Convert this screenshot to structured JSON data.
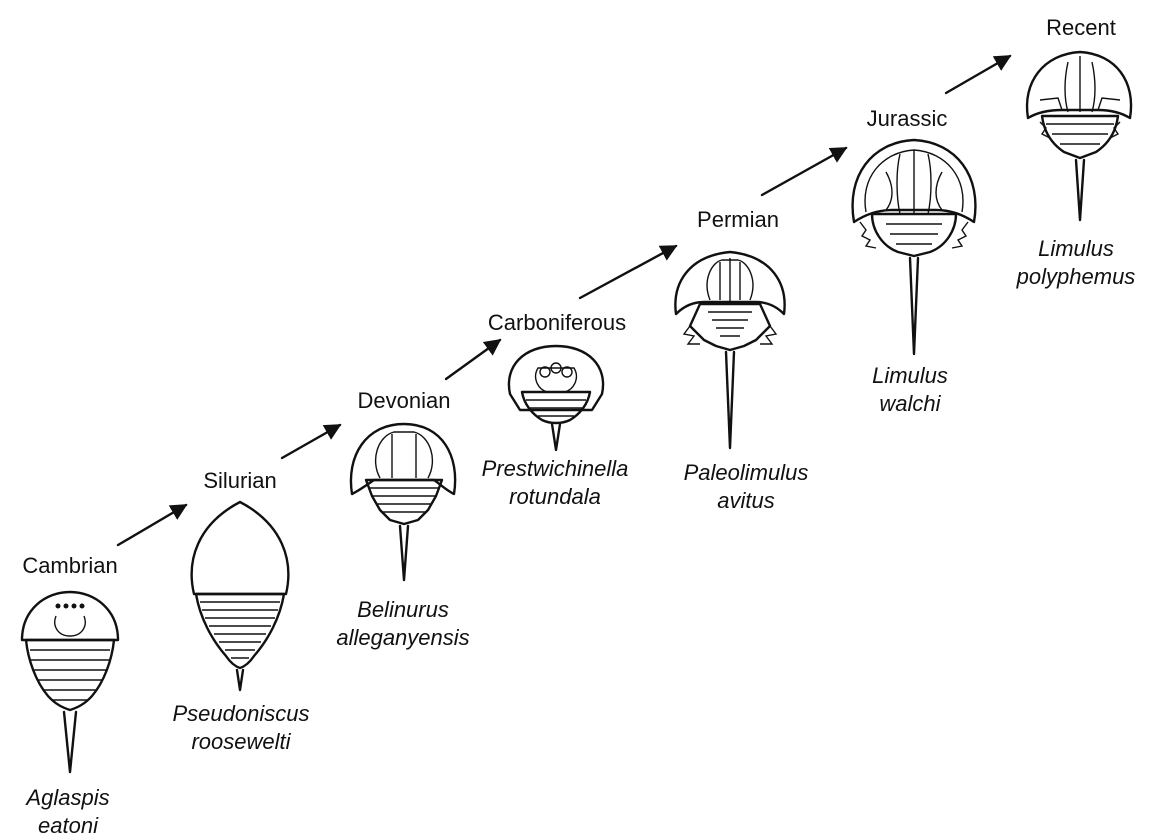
{
  "stages": [
    {
      "period": "Cambrian",
      "genus": "Aglaspis",
      "species": "eatoni"
    },
    {
      "period": "Silurian",
      "genus": "Pseudoniscus",
      "species": "roosewelti"
    },
    {
      "period": "Devonian",
      "genus": "Belinurus",
      "species": "alleganyensis"
    },
    {
      "period": "Carboniferous",
      "genus": "Prestwichinella",
      "species": "rotundala"
    },
    {
      "period": "Permian",
      "genus": "Paleolimulus",
      "species": "avitus"
    },
    {
      "period": "Jurassic",
      "genus": "Limulus",
      "species": "walchi"
    },
    {
      "period": "Recent",
      "genus": "Limulus",
      "species": "polyphemus"
    }
  ],
  "icons": [
    "arrow-icon",
    "fossil-drawing-icon"
  ]
}
